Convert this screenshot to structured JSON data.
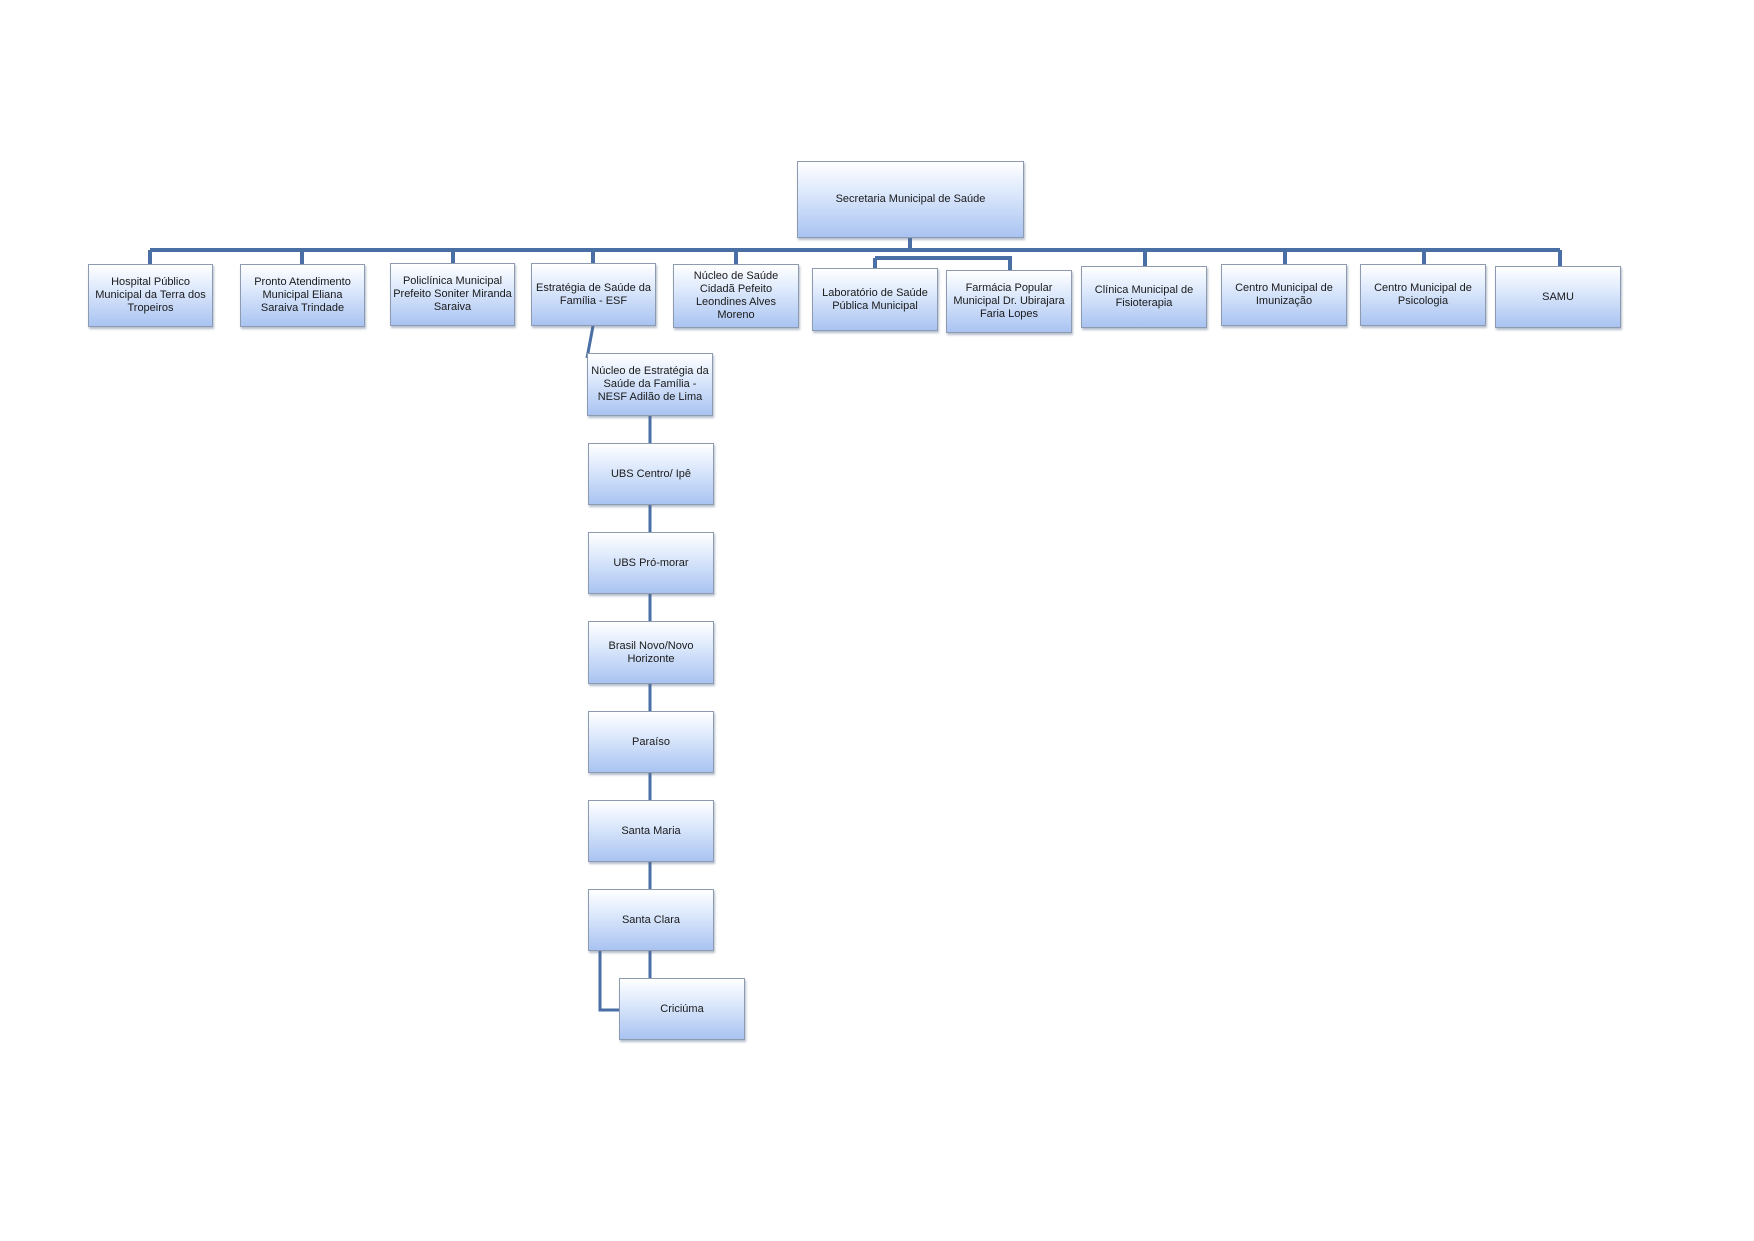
{
  "org_chart": {
    "root": {
      "id": "sec",
      "label": "Secretaria Municipal de Saúde"
    },
    "departments": [
      {
        "id": "hosp",
        "label": "Hospital Público Municipal da Terra dos Tropeiros"
      },
      {
        "id": "pa",
        "label": "Pronto Atendimento Municipal Eliana Saraiva Trindade"
      },
      {
        "id": "poli",
        "label": "Policlínica Municipal Prefeito Soniter Miranda Saraiva"
      },
      {
        "id": "esf",
        "label": "Estratégia de Saúde da Família - ESF"
      },
      {
        "id": "nucleo",
        "label": "Núcleo de Saúde Cidadã Pefeito Leondines Alves Moreno"
      },
      {
        "id": "lab",
        "label": "Laboratório de Saúde Pública Municipal"
      },
      {
        "id": "farm",
        "label": "Farmácia Popular Municipal Dr. Ubirajara Faria Lopes"
      },
      {
        "id": "fisio",
        "label": "Clínica Municipal de Fisioterapia"
      },
      {
        "id": "imun",
        "label": "Centro Municipal de Imunização"
      },
      {
        "id": "psico",
        "label": "Centro Municipal de Psicologia"
      },
      {
        "id": "samu",
        "label": "SAMU"
      }
    ],
    "esf_units": [
      {
        "id": "nesf",
        "label": "Núcleo de Estratégia da Saúde da Família - NESF Adilão de Lima"
      },
      {
        "id": "ubs1",
        "label": "UBS Centro/ Ipê"
      },
      {
        "id": "ubs2",
        "label": "UBS Pró-morar"
      },
      {
        "id": "brasil",
        "label": "Brasil Novo/Novo Horizonte"
      },
      {
        "id": "paraiso",
        "label": "Paraíso"
      },
      {
        "id": "smaria",
        "label": "Santa Maria"
      },
      {
        "id": "sclara",
        "label": "Santa Clara"
      },
      {
        "id": "cric",
        "label": "Criciúma"
      }
    ],
    "connector_color": "#4a6fa5"
  }
}
